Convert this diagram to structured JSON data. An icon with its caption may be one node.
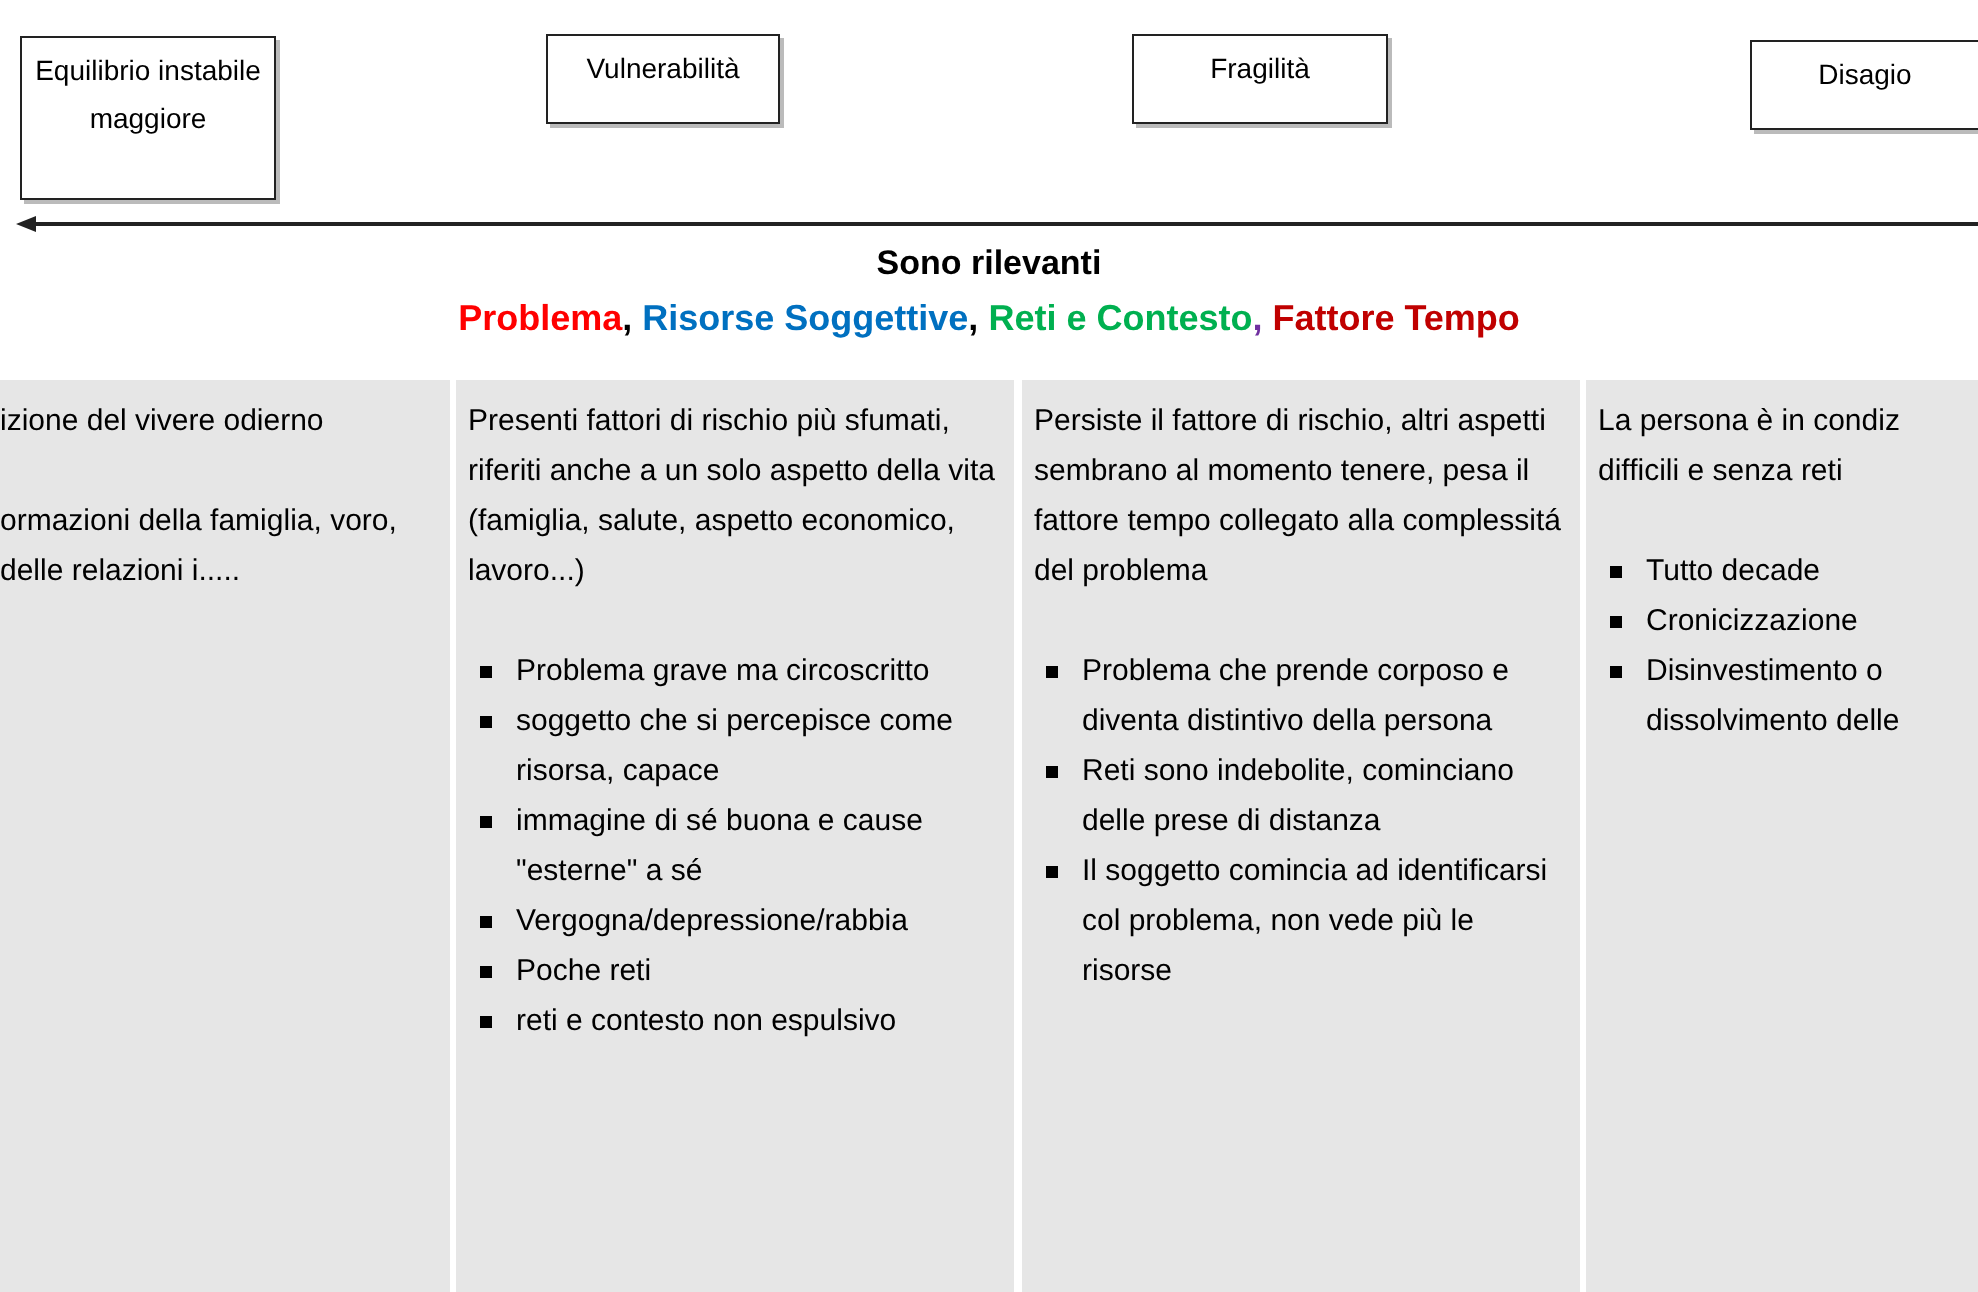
{
  "diagram": {
    "nodes": [
      {
        "text": [
          "Equilibrio instabile maggiore"
        ]
      },
      {
        "text": [
          "Vulnerabilità"
        ]
      },
      {
        "text": [
          "Fragilità"
        ]
      },
      {
        "text": [
          "Disagio"
        ]
      },
      {
        "text": [
          "izione del vivere odierno",
          "ormazioni della famiglia, voro, delle relazioni i....."
        ]
      },
      {
        "text": [
          "Presenti fattori di rischio più sfumati, riferiti anche a un solo aspetto della vita (famiglia, salute, aspetto economico, lavoro...)",
          "Problema grave ma circoscritto",
          "soggetto che si percepisce come risorsa, capace",
          "immagine di sé buona e cause \"esterne\" a sé",
          "Vergogna/depressione/rabbia",
          "Poche reti",
          "reti e contesto non espulsivo"
        ]
      },
      {
        "text": [
          "Persiste il fattore di rischio, altri aspetti sembrano al momento tenere, pesa il fattore tempo collegato alla complessitá del problema",
          "Problema che prende corposo e diventa distintivo della persona",
          "Reti sono indebolite, cominciano delle prese di distanza",
          "Il soggetto comincia ad identificarsi col problema, non vede più le risorse"
        ]
      },
      {
        "text": [
          "La persona è in condiz difficili e senza reti",
          "Tutto decade",
          "Cronicizzazione",
          "Disinvestimento o dissolvimento delle"
        ]
      }
    ],
    "labels": [
      "Sono rilevanti",
      "Problema, Risorse Soggettive, Reti e Contesto, Fattore Tempo"
    ]
  }
}
